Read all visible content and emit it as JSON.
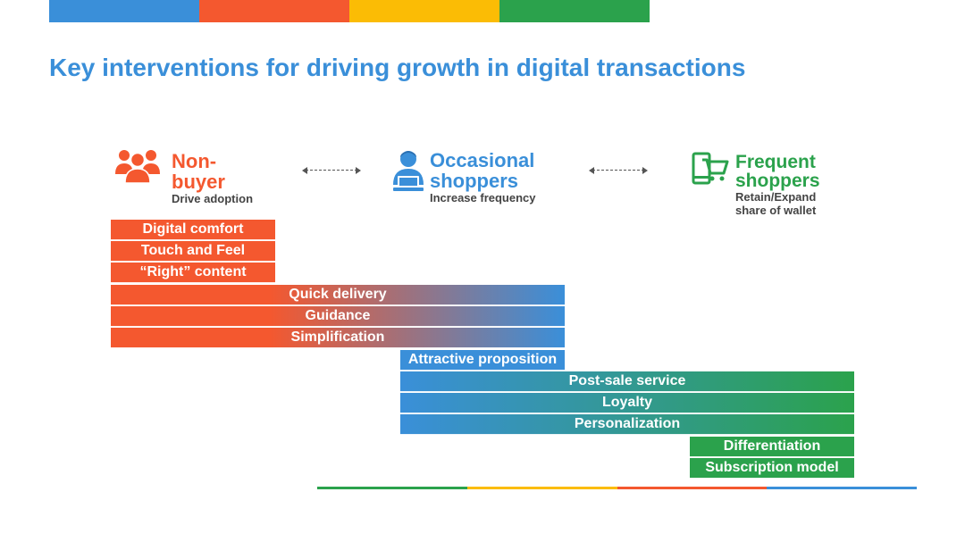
{
  "colors": {
    "blue": "#3a8fd9",
    "red": "#f4582f",
    "yellow": "#fbbc05",
    "green": "#2ba24c"
  },
  "title": "Key interventions for driving growth in digital transactions",
  "segments": [
    {
      "icon": "people-icon",
      "name_line1": "Non-",
      "name_line2": "buyer",
      "sub_line1": "Drive adoption",
      "sub_line2": ""
    },
    {
      "icon": "person-laptop-icon",
      "name_line1": "Occasional",
      "name_line2": "shoppers",
      "sub_line1": "Increase frequency",
      "sub_line2": ""
    },
    {
      "icon": "shopping-cart-icon",
      "name_line1": "Frequent",
      "name_line2": "shoppers",
      "sub_line1": "Retain/Expand",
      "sub_line2": "share of wallet"
    }
  ],
  "interventions": [
    "Digital comfort",
    "Touch and Feel",
    "“Right” content",
    "Quick delivery",
    "Guidance",
    "Simplification",
    "Attractive proposition",
    "Post-sale service",
    "Loyalty",
    "Personalization",
    "Differentiation",
    "Subscription model"
  ]
}
